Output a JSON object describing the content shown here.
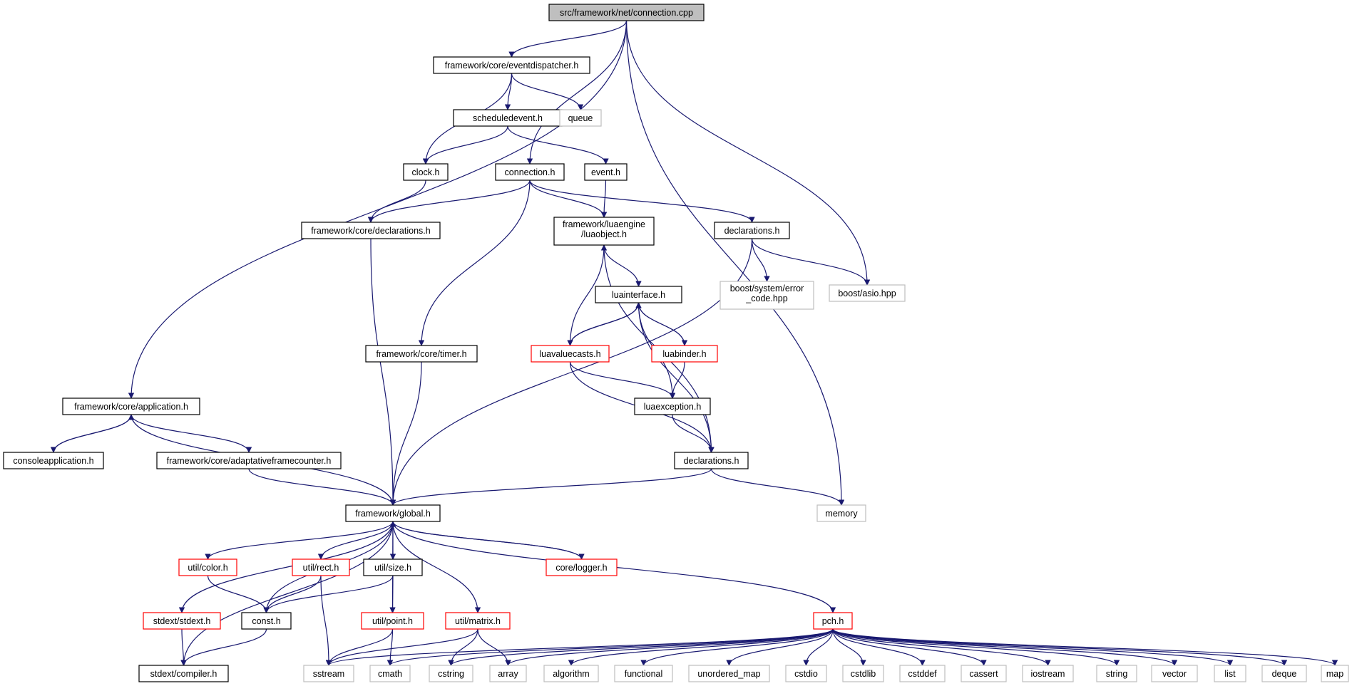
{
  "graph": {
    "nodes": [
      {
        "id": "root",
        "lines": [
          "src/framework/net/connection.cpp"
        ],
        "style": "root"
      },
      {
        "id": "eventdispatcher",
        "lines": [
          "framework/core/eventdispatcher.h"
        ],
        "style": "normal"
      },
      {
        "id": "scheduledevent",
        "lines": [
          "scheduledevent.h"
        ],
        "style": "normal"
      },
      {
        "id": "queue",
        "lines": [
          "queue"
        ],
        "style": "external"
      },
      {
        "id": "clock",
        "lines": [
          "clock.h"
        ],
        "style": "normal"
      },
      {
        "id": "connection",
        "lines": [
          "connection.h"
        ],
        "style": "normal"
      },
      {
        "id": "event",
        "lines": [
          "event.h"
        ],
        "style": "normal"
      },
      {
        "id": "coredecl",
        "lines": [
          "framework/core/declarations.h"
        ],
        "style": "normal"
      },
      {
        "id": "luaobject",
        "lines": [
          "framework/luaengine",
          "/luaobject.h"
        ],
        "style": "normal"
      },
      {
        "id": "netdecl",
        "lines": [
          "declarations.h"
        ],
        "style": "normal"
      },
      {
        "id": "boosterr",
        "lines": [
          "boost/system/error",
          "_code.hpp"
        ],
        "style": "external"
      },
      {
        "id": "asio",
        "lines": [
          "boost/asio.hpp"
        ],
        "style": "external"
      },
      {
        "id": "luainterface",
        "lines": [
          "luainterface.h"
        ],
        "style": "normal"
      },
      {
        "id": "timer",
        "lines": [
          "framework/core/timer.h"
        ],
        "style": "normal"
      },
      {
        "id": "luavaluecasts",
        "lines": [
          "luavaluecasts.h"
        ],
        "style": "truncated"
      },
      {
        "id": "luabinder",
        "lines": [
          "luabinder.h"
        ],
        "style": "truncated"
      },
      {
        "id": "luaexception",
        "lines": [
          "luaexception.h"
        ],
        "style": "normal"
      },
      {
        "id": "application",
        "lines": [
          "framework/core/application.h"
        ],
        "style": "normal"
      },
      {
        "id": "consoleapp",
        "lines": [
          "consoleapplication.h"
        ],
        "style": "normal"
      },
      {
        "id": "adaptive",
        "lines": [
          "framework/core/adaptativeframecounter.h"
        ],
        "style": "normal"
      },
      {
        "id": "luadecl",
        "lines": [
          "declarations.h"
        ],
        "style": "normal"
      },
      {
        "id": "global",
        "lines": [
          "framework/global.h"
        ],
        "style": "normal"
      },
      {
        "id": "memory",
        "lines": [
          "memory"
        ],
        "style": "external"
      },
      {
        "id": "color",
        "lines": [
          "util/color.h"
        ],
        "style": "truncated"
      },
      {
        "id": "rect",
        "lines": [
          "util/rect.h"
        ],
        "style": "truncated"
      },
      {
        "id": "size",
        "lines": [
          "util/size.h"
        ],
        "style": "normal"
      },
      {
        "id": "logger",
        "lines": [
          "core/logger.h"
        ],
        "style": "truncated"
      },
      {
        "id": "stdext",
        "lines": [
          "stdext/stdext.h"
        ],
        "style": "truncated"
      },
      {
        "id": "const",
        "lines": [
          "const.h"
        ],
        "style": "normal"
      },
      {
        "id": "point",
        "lines": [
          "util/point.h"
        ],
        "style": "truncated"
      },
      {
        "id": "matrix",
        "lines": [
          "util/matrix.h"
        ],
        "style": "truncated"
      },
      {
        "id": "pch",
        "lines": [
          "pch.h"
        ],
        "style": "truncated"
      },
      {
        "id": "compiler",
        "lines": [
          "stdext/compiler.h"
        ],
        "style": "normal"
      },
      {
        "id": "sstream",
        "lines": [
          "sstream"
        ],
        "style": "external"
      },
      {
        "id": "cmath",
        "lines": [
          "cmath"
        ],
        "style": "external"
      },
      {
        "id": "cstring",
        "lines": [
          "cstring"
        ],
        "style": "external"
      },
      {
        "id": "array",
        "lines": [
          "array"
        ],
        "style": "external"
      },
      {
        "id": "algorithm",
        "lines": [
          "algorithm"
        ],
        "style": "external"
      },
      {
        "id": "functional",
        "lines": [
          "functional"
        ],
        "style": "external"
      },
      {
        "id": "unordered_map",
        "lines": [
          "unordered_map"
        ],
        "style": "external"
      },
      {
        "id": "cstdio",
        "lines": [
          "cstdio"
        ],
        "style": "external"
      },
      {
        "id": "cstdlib",
        "lines": [
          "cstdlib"
        ],
        "style": "external"
      },
      {
        "id": "cstddef",
        "lines": [
          "cstddef"
        ],
        "style": "external"
      },
      {
        "id": "cassert",
        "lines": [
          "cassert"
        ],
        "style": "external"
      },
      {
        "id": "iostream",
        "lines": [
          "iostream"
        ],
        "style": "external"
      },
      {
        "id": "string",
        "lines": [
          "string"
        ],
        "style": "external"
      },
      {
        "id": "vector",
        "lines": [
          "vector"
        ],
        "style": "external"
      },
      {
        "id": "list",
        "lines": [
          "list"
        ],
        "style": "external"
      },
      {
        "id": "deque",
        "lines": [
          "deque"
        ],
        "style": "external"
      },
      {
        "id": "map",
        "lines": [
          "map"
        ],
        "style": "external"
      }
    ],
    "edges": [
      [
        "root",
        "eventdispatcher"
      ],
      [
        "root",
        "connection"
      ],
      [
        "root",
        "application"
      ],
      [
        "root",
        "asio"
      ],
      [
        "root",
        "memory"
      ],
      [
        "eventdispatcher",
        "scheduledevent"
      ],
      [
        "eventdispatcher",
        "queue"
      ],
      [
        "eventdispatcher",
        "clock"
      ],
      [
        "scheduledevent",
        "clock"
      ],
      [
        "scheduledevent",
        "event"
      ],
      [
        "clock",
        "coredecl"
      ],
      [
        "connection",
        "coredecl"
      ],
      [
        "connection",
        "luaobject"
      ],
      [
        "connection",
        "netdecl"
      ],
      [
        "connection",
        "timer"
      ],
      [
        "event",
        "luaobject"
      ],
      [
        "netdecl",
        "boosterr"
      ],
      [
        "netdecl",
        "asio"
      ],
      [
        "netdecl",
        "global"
      ],
      [
        "luaobject",
        "luainterface"
      ],
      [
        "luaobject",
        "luadecl"
      ],
      [
        "luainterface",
        "luavaluecasts"
      ],
      [
        "luainterface",
        "luabinder"
      ],
      [
        "luainterface",
        "luaexception"
      ],
      [
        "luainterface",
        "luadecl"
      ],
      [
        "luavaluecasts",
        "luaobject"
      ],
      [
        "luavaluecasts",
        "luainterface"
      ],
      [
        "luavaluecasts",
        "luaexception"
      ],
      [
        "luavaluecasts",
        "luadecl"
      ],
      [
        "luabinder",
        "luainterface"
      ],
      [
        "luabinder",
        "luaexception"
      ],
      [
        "luaexception",
        "luadecl"
      ],
      [
        "luadecl",
        "global"
      ],
      [
        "luadecl",
        "memory"
      ],
      [
        "coredecl",
        "global"
      ],
      [
        "timer",
        "global"
      ],
      [
        "application",
        "consoleapp"
      ],
      [
        "consoleapp",
        "application"
      ],
      [
        "application",
        "adaptive"
      ],
      [
        "application",
        "global"
      ],
      [
        "adaptive",
        "global"
      ],
      [
        "global",
        "color"
      ],
      [
        "global",
        "rect"
      ],
      [
        "global",
        "size"
      ],
      [
        "global",
        "logger"
      ],
      [
        "logger",
        "global"
      ],
      [
        "global",
        "stdext"
      ],
      [
        "global",
        "const"
      ],
      [
        "global",
        "point"
      ],
      [
        "global",
        "matrix"
      ],
      [
        "global",
        "pch"
      ],
      [
        "global",
        "compiler"
      ],
      [
        "color",
        "const"
      ],
      [
        "rect",
        "const"
      ],
      [
        "rect",
        "sstream"
      ],
      [
        "size",
        "const"
      ],
      [
        "size",
        "point"
      ],
      [
        "stdext",
        "compiler"
      ],
      [
        "const",
        "compiler"
      ],
      [
        "point",
        "sstream"
      ],
      [
        "point",
        "cmath"
      ],
      [
        "matrix",
        "sstream"
      ],
      [
        "matrix",
        "cstring"
      ],
      [
        "matrix",
        "array"
      ],
      [
        "pch",
        "sstream"
      ],
      [
        "pch",
        "cmath"
      ],
      [
        "pch",
        "cstring"
      ],
      [
        "pch",
        "array"
      ],
      [
        "pch",
        "algorithm"
      ],
      [
        "pch",
        "functional"
      ],
      [
        "pch",
        "unordered_map"
      ],
      [
        "pch",
        "cstdio"
      ],
      [
        "pch",
        "cstdlib"
      ],
      [
        "pch",
        "cstddef"
      ],
      [
        "pch",
        "cassert"
      ],
      [
        "pch",
        "iostream"
      ],
      [
        "pch",
        "string"
      ],
      [
        "pch",
        "vector"
      ],
      [
        "pch",
        "list"
      ],
      [
        "pch",
        "deque"
      ],
      [
        "pch",
        "map"
      ]
    ]
  },
  "colors": {
    "edge": "#191970",
    "root_fill": "#bfbfbf",
    "normal_border": "#000000",
    "truncated_border": "#ff0000",
    "external_border": "#bfbfbf",
    "node_fill": "#ffffff"
  }
}
